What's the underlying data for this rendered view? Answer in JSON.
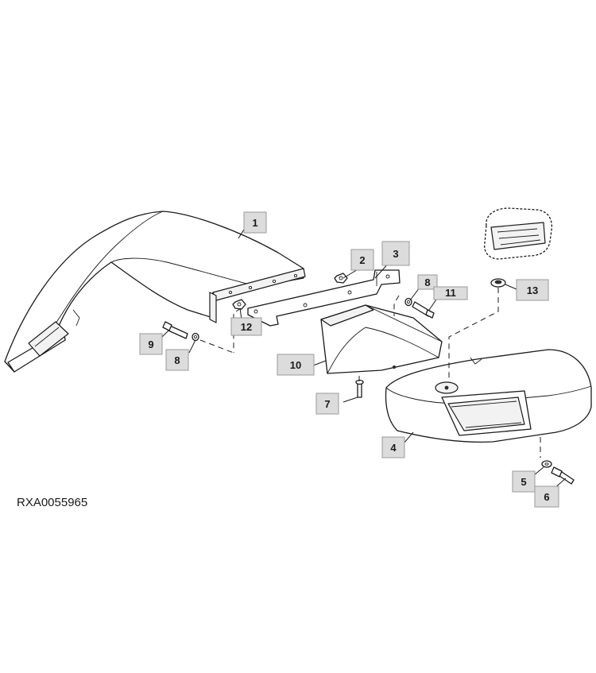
{
  "reference_code": "RXA0055965",
  "callouts": [
    "1",
    "2",
    "3",
    "4",
    "5",
    "6",
    "7",
    "8",
    "8",
    "9",
    "10",
    "11",
    "12",
    "13"
  ]
}
